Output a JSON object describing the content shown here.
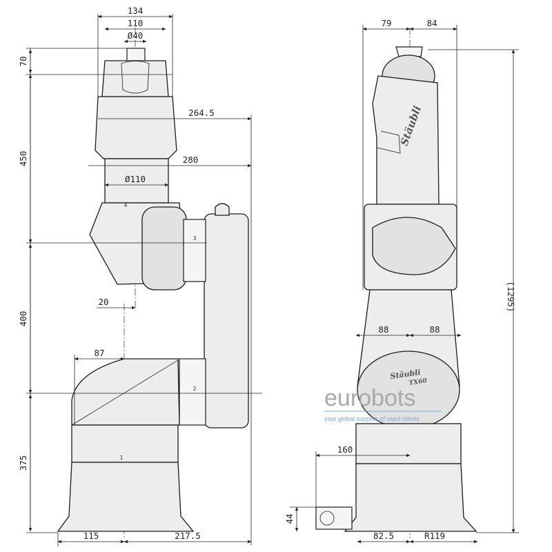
{
  "dimensions": {
    "front_top_134": "134",
    "front_top_110": "110",
    "front_top_d40": "Ø40",
    "front_264_5": "264.5",
    "front_280": "280",
    "front_d110": "Ø110",
    "front_20": "20",
    "front_87": "87",
    "front_115": "115",
    "front_217_5": "217.5",
    "left_70": "70",
    "left_450": "450",
    "left_400": "400",
    "left_375": "375",
    "side_79": "79",
    "side_84": "84",
    "side_88_left": "88",
    "side_88_right": "88",
    "side_160": "160",
    "side_44": "44",
    "side_82_5": "82.5",
    "side_r119": "R119",
    "side_1295": "(1295)"
  },
  "axis_markers": {
    "axis1": "1",
    "axis2": "2",
    "axis3": "3",
    "axis4": "4"
  },
  "brand_text": {
    "arm_logo": "Stäubli",
    "base_logo": "Stäubli",
    "base_model": "TX60"
  },
  "watermark": {
    "logo": "eurobots",
    "tagline": "your global supplier of used robots",
    "logo_color": "#a9a9a9",
    "tagline_color": "#7da8c8"
  }
}
